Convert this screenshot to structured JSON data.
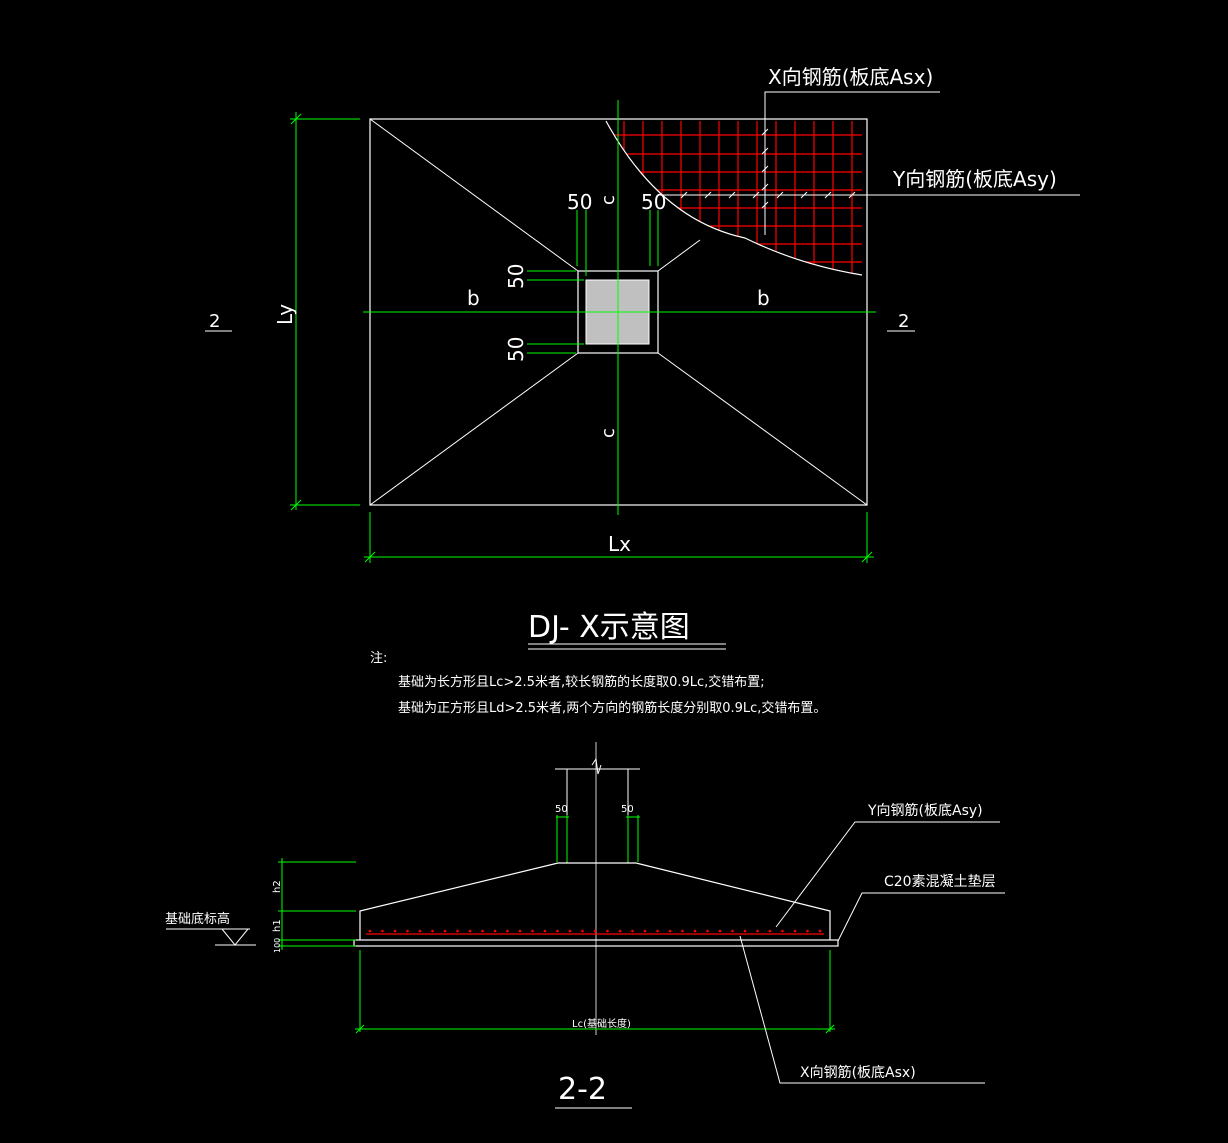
{
  "plan": {
    "label_asx": "X向钢筋(板底Asx)",
    "label_asy": "Y向钢筋(板底Asy)",
    "dim_ly": "Ly",
    "dim_lx": "Lx",
    "dim_b_left": "b",
    "dim_b_right": "b",
    "dim_c_top": "c",
    "dim_c_bottom": "c",
    "dim_50_top_left": "50",
    "dim_50_top_right": "50",
    "dim_50_left_top": "50",
    "dim_50_left_bottom": "50",
    "section_mark_left": "2",
    "section_mark_right": "2"
  },
  "title": "DJ- X示意图",
  "notes": {
    "heading": "注:",
    "line1": "基础为长方形且Lc>2.5米者,较长钢筋的长度取0.9Lc,交错布置;",
    "line2": "基础为正方形且Ld>2.5米者,两个方向的钢筋长度分别取0.9Lc,交错布置。"
  },
  "section": {
    "label_asy": "Y向钢筋(板底Asy)",
    "label_c20": "C20素混凝土垫层",
    "label_asx": "X向钢筋(板底Asx)",
    "label_elev": "基础底标高",
    "dim_50_left": "50",
    "dim_50_right": "50",
    "dim_h2": "h2",
    "dim_h1": "h1",
    "dim_100": "100",
    "dim_lc": "Lc(基础长度)",
    "title": "2-2"
  },
  "colors": {
    "background": "#000000",
    "outline": "#ffffff",
    "dimension": "#00ff00",
    "rebar": "#ff0000",
    "column": "#c0c0c0"
  }
}
